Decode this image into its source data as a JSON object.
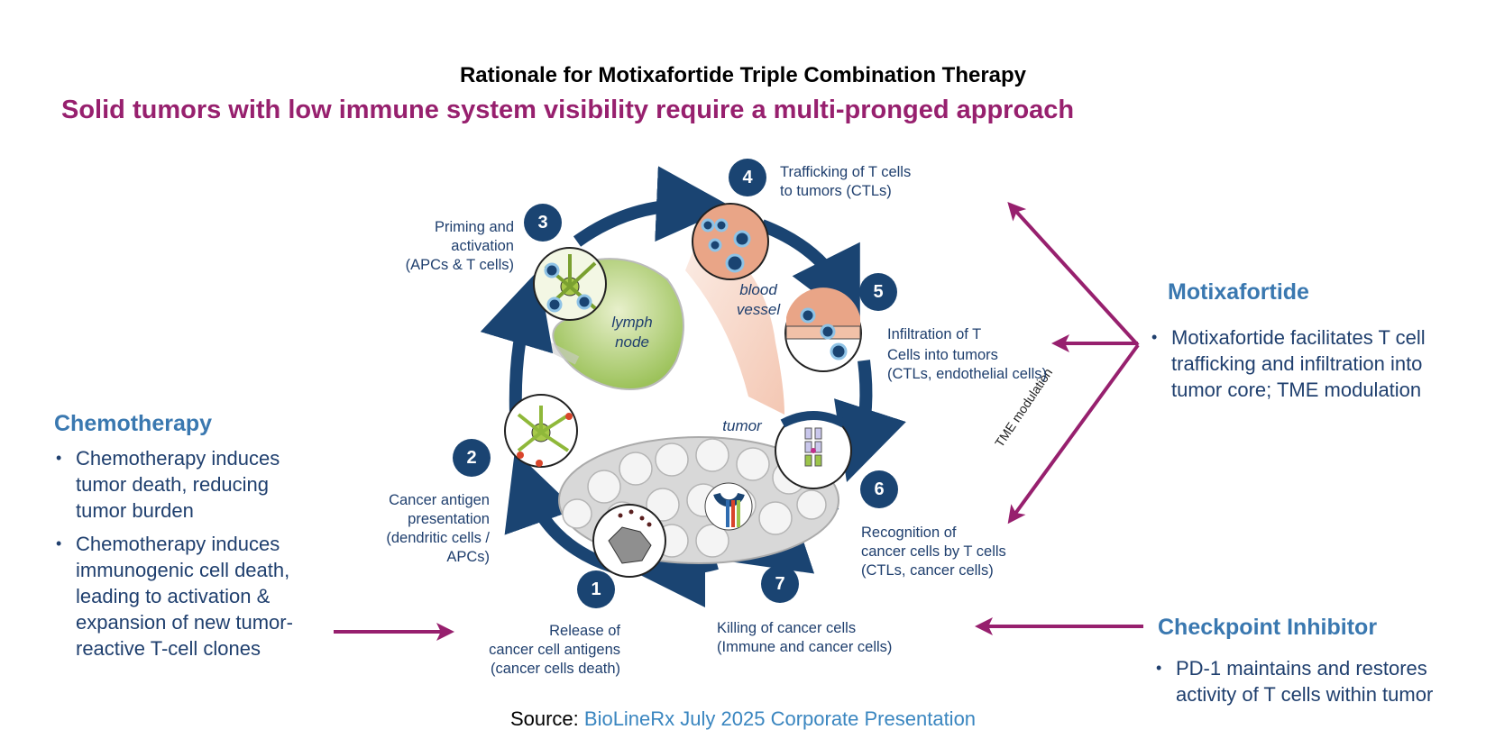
{
  "title": "Rationale for Motixafortide Triple Combination Therapy",
  "subtitle": "Solid tumors with low immune system visibility require a multi-pronged approach",
  "colors": {
    "accent_magenta": "#97206e",
    "heading_blue": "#3a78b0",
    "navy": "#1a4472",
    "text_navy": "#1f3f6e"
  },
  "cycle": {
    "steps": [
      {
        "number": "1",
        "lines": [
          "Release of",
          "cancer cell antigens",
          "(cancer cells death)"
        ]
      },
      {
        "number": "2",
        "lines": [
          "Cancer antigen",
          "presentation",
          "(dendritic cells /",
          "APCs)"
        ]
      },
      {
        "number": "3",
        "lines": [
          "Priming and",
          "activation",
          "(APCs & T cells)"
        ]
      },
      {
        "number": "4",
        "lines": [
          "Trafficking of T cells",
          "to tumors (CTLs)"
        ]
      },
      {
        "number": "5",
        "lines": [
          "Infiltration of T",
          "Cells into tumors",
          "(CTLs, endothelial cells)"
        ]
      },
      {
        "number": "6",
        "lines": [
          "Recognition of",
          "cancer cells by T cells",
          "(CTLs, cancer cells)"
        ]
      },
      {
        "number": "7",
        "lines": [
          "Killing of cancer cells",
          "(Immune and cancer cells)"
        ]
      }
    ],
    "labels": {
      "lymph_node": [
        "lymph",
        "node"
      ],
      "blood_vessel": [
        "blood",
        "vessel"
      ],
      "tumor": "tumor"
    }
  },
  "arrow_annotation": "TME modulation",
  "chemotherapy": {
    "heading": "Chemotherapy",
    "bullets": [
      "Chemotherapy induces tumor death, reducing tumor burden",
      "Chemotherapy induces immunogenic cell death, leading to activation & expansion of new tumor-reactive T-cell clones"
    ]
  },
  "motixafortide": {
    "heading": "Motixafortide",
    "bullets": [
      "Motixafortide facilitates T cell trafficking and infiltration into tumor core; TME modulation"
    ]
  },
  "checkpoint": {
    "heading": "Checkpoint Inhibitor",
    "bullets": [
      "PD-1 maintains and restores activity of T cells within tumor"
    ]
  },
  "source": {
    "label": "Source:",
    "link_text": "BioLineRx July 2025 Corporate Presentation"
  }
}
